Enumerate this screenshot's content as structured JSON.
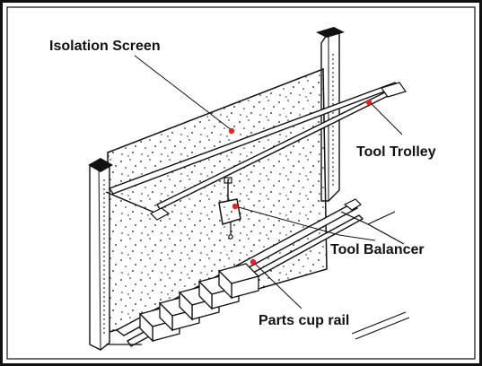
{
  "labels": {
    "isolation_screen": "Isolation Screen",
    "tool_trolley": "Tool Trolley",
    "tool_balancer": "Tool Balancer",
    "parts_cup_rail": "Parts cup rail"
  },
  "colors": {
    "frame": "#111111",
    "line": "#111111",
    "marker": "#e8202a",
    "background": "#ffffff"
  }
}
